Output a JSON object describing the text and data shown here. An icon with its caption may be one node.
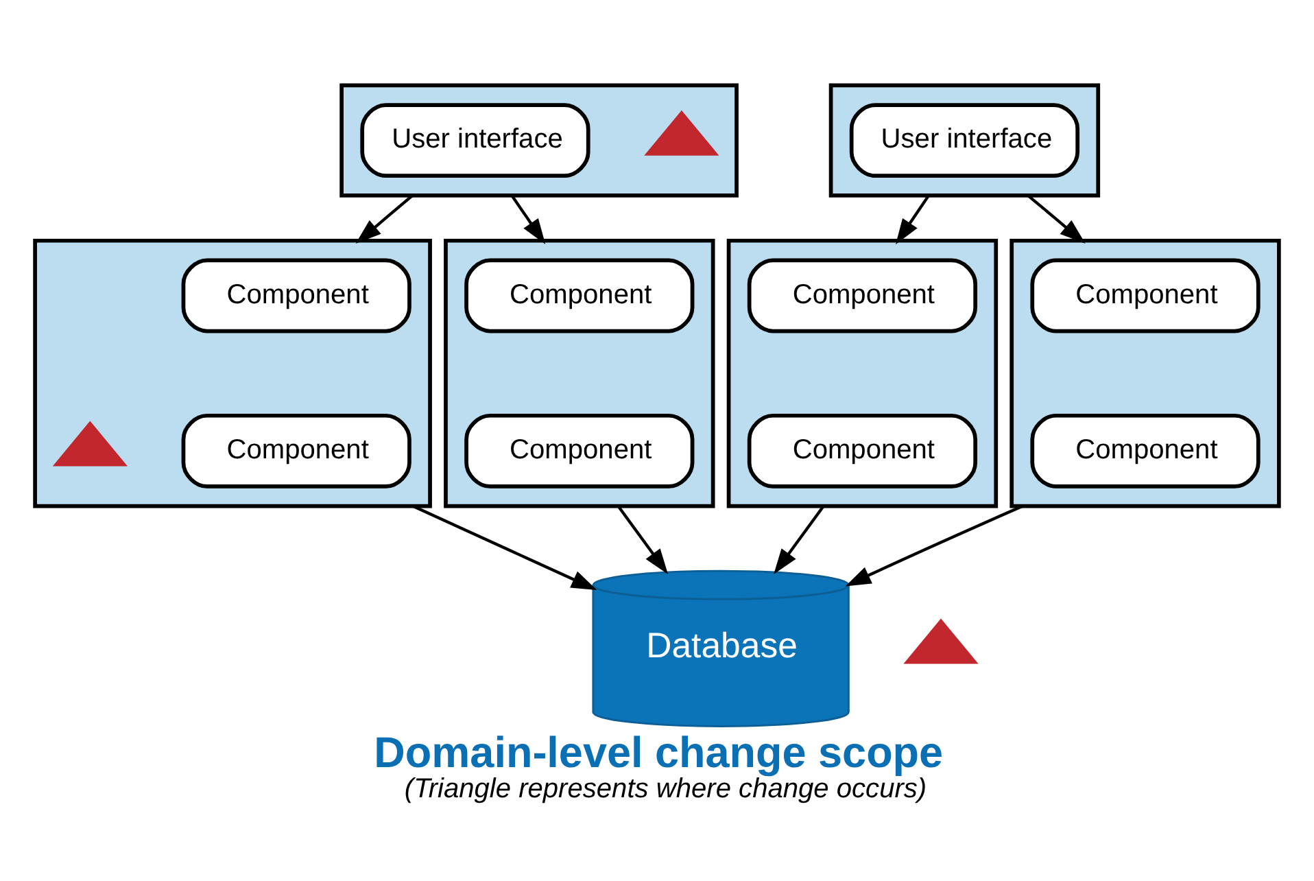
{
  "diagram": {
    "title": "Domain-level change scope",
    "caption": "(Triangle represents where change occurs)",
    "nodes": [
      {
        "text": [],
        "shape": "box"
      },
      {
        "text": [],
        "shape": "triangle",
        "in": 0
      },
      {
        "text": [
          "User interface"
        ],
        "in": 0
      },
      {
        "text": [],
        "shape": "box"
      },
      {
        "text": [
          "User interface"
        ],
        "in": 3
      },
      {
        "text": [],
        "shape": "box"
      },
      {
        "text": [
          "Component"
        ],
        "in": 5
      },
      {
        "text": [
          "Component"
        ],
        "in": 5
      },
      {
        "text": [],
        "shape": "triangle",
        "in": 5
      },
      {
        "text": [],
        "shape": "box"
      },
      {
        "text": [
          "Component"
        ],
        "in": 9
      },
      {
        "text": [
          "Component"
        ],
        "in": 9
      },
      {
        "text": [],
        "shape": "box"
      },
      {
        "text": [
          "Component"
        ],
        "in": 12
      },
      {
        "text": [
          "Component"
        ],
        "in": 12
      },
      {
        "text": [],
        "shape": "box"
      },
      {
        "text": [
          "Component"
        ],
        "in": 15
      },
      {
        "text": [
          "Component"
        ],
        "in": 15
      },
      {
        "text": [],
        "shape": "triangle"
      },
      {
        "text": [
          "Database"
        ]
      }
    ],
    "edges": [
      {
        "from": 0,
        "to": 5,
        "arrow": "to"
      },
      {
        "from": 0,
        "to": 9,
        "arrow": "to"
      },
      {
        "from": 3,
        "to": 12,
        "arrow": "to"
      },
      {
        "from": 3,
        "to": 15,
        "arrow": "to"
      },
      {
        "from": 5,
        "to": 19,
        "arrow": "to"
      },
      {
        "from": 9,
        "to": 19,
        "arrow": "to"
      },
      {
        "from": 12,
        "to": 19,
        "arrow": "to"
      },
      {
        "from": 15,
        "to": 19,
        "arrow": "to"
      }
    ]
  }
}
